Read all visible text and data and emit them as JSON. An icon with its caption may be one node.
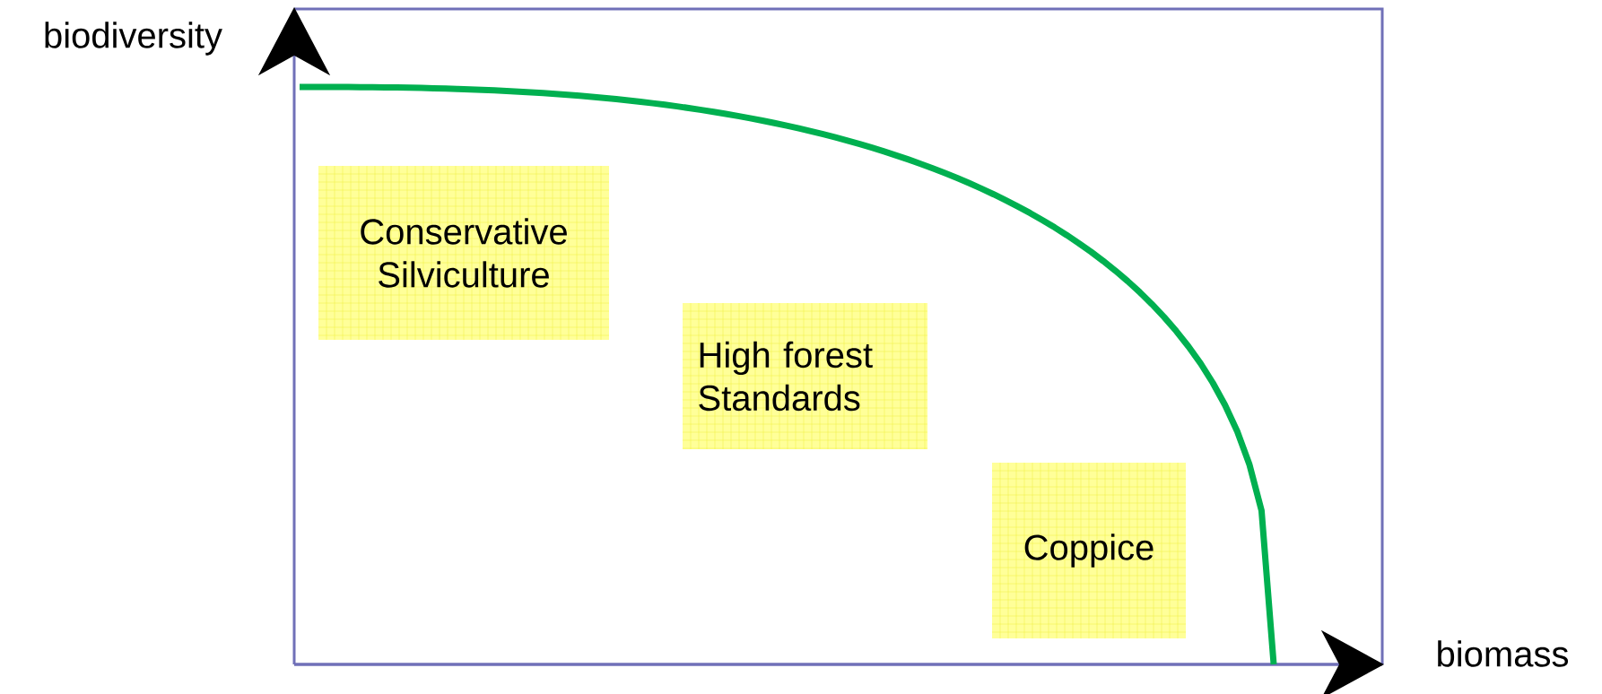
{
  "diagram": {
    "nodes": [
      {
        "text": [
          "Conservative Silviculture"
        ]
      },
      {
        "text": [
          "High forest Standards"
        ]
      },
      {
        "text": [
          "Coppice"
        ]
      }
    ],
    "labels": [
      "biodiversity",
      "biomass"
    ]
  }
}
